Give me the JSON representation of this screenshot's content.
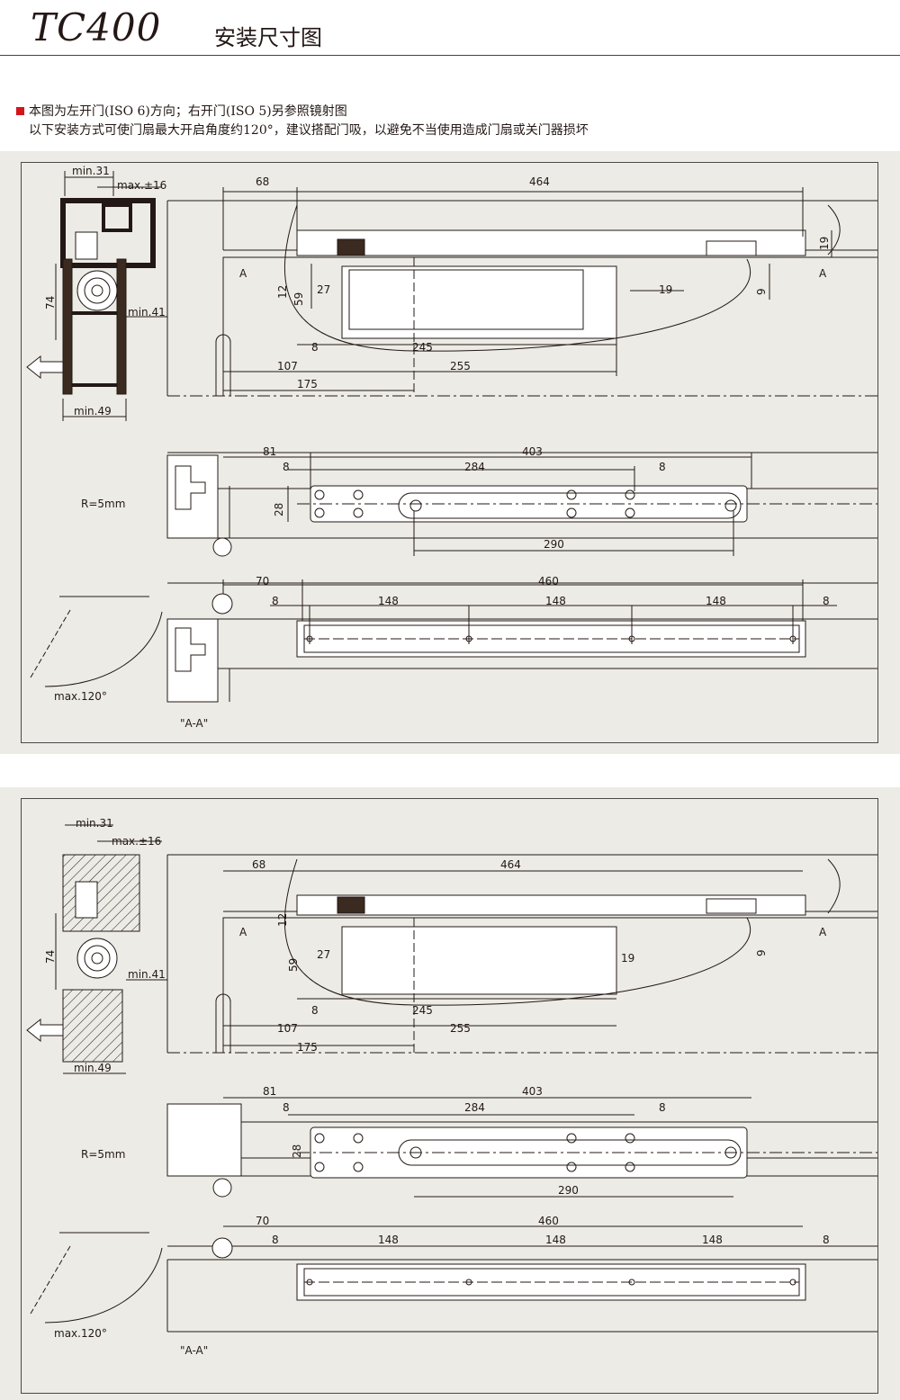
{
  "header": {
    "model": "TC400",
    "title_cn": "安装尺寸图"
  },
  "notes": {
    "line1": "本图为左开门(ISO 6)方向；右开门(ISO 5)另参照镜射图",
    "line2": "以下安装方式可使门扇最大开启角度约120°，建议搭配门吸，以避免不当使用造成门扇或关门器损坏",
    "bullet_color": "#d6141b"
  },
  "drawing_labels": {
    "min31": "min.31",
    "max16": "max.±16",
    "dim74": "74",
    "min41": "min.41",
    "min49": "min.49",
    "d68": "68",
    "d464": "464",
    "d19a": "19",
    "d12": "12",
    "d59": "59",
    "d27": "27",
    "d19b": "19",
    "d9": "9",
    "d8a": "8",
    "d245": "245",
    "d107": "107",
    "d255": "255",
    "d175": "175",
    "sectionA": "A",
    "d81": "81",
    "d403": "403",
    "d8b": "8",
    "d284": "284",
    "d8c": "8",
    "d28": "28",
    "radius": "R=5mm",
    "d290": "290",
    "d70": "70",
    "d460": "460",
    "d8d": "8",
    "d148": "148",
    "d8e": "8",
    "max120": "max.120°",
    "section_aa": "\"A-A\""
  },
  "colors": {
    "panel_bg": "#ecebe5",
    "line": "#231815",
    "profile_fill": "#3a2a20",
    "accent": "#d6141b"
  }
}
